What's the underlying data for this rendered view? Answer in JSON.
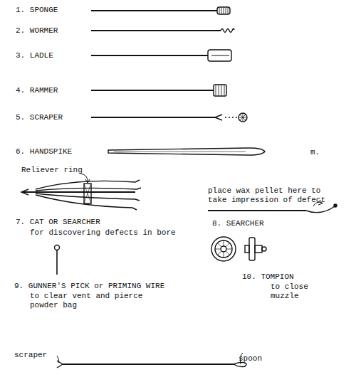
{
  "diagram": {
    "labels": [
      "1. SPONGE",
      "2. WORMER",
      "3. LADLE",
      "4. RAMMER",
      "5. SCRAPER",
      "6. HANDSPIKE",
      "m.",
      "Reliever ring",
      "place wax pellet here to take impression of defect",
      "7. CAT OR SEARCHER",
      "for discovering defects in bore",
      "8. SEARCHER",
      "9. GUNNER'S PICK or PRIMING WIRE",
      "to clear vent and pierce powder bag",
      "10. TOMPION",
      "to close muzzle",
      "scraper",
      "spoon"
    ]
  }
}
